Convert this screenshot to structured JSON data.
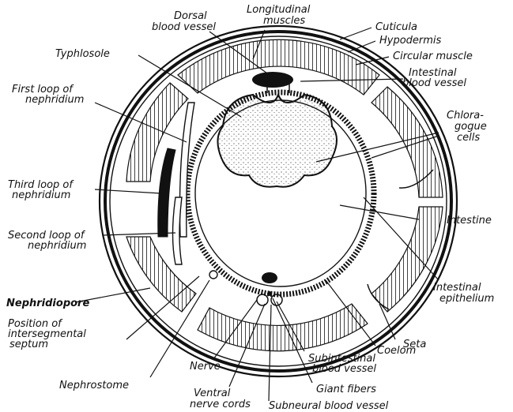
{
  "figure": {
    "labels": {
      "dorsal_blood_vessel": [
        "Dorsal",
        "blood vessel"
      ],
      "longitudinal_muscles": [
        "Longitudinal",
        "muscles"
      ],
      "cuticula": [
        "Cuticula"
      ],
      "hypodermis": [
        "Hypodermis"
      ],
      "circular_muscle": [
        "Circular muscle"
      ],
      "intestinal_blood_vessel": [
        "Intestinal",
        "blood vessel"
      ],
      "typhlosole": [
        "Typhlosole"
      ],
      "first_loop": [
        "First loop of",
        "nephridium"
      ],
      "chloragogue_cells": [
        "Chlora-",
        "gogue",
        "cells"
      ],
      "third_loop": [
        "Third loop of",
        "nephridium"
      ],
      "intestine": [
        "Intestine"
      ],
      "second_loop": [
        "Second loop of",
        "nephridium"
      ],
      "nephridiopore": [
        "Nephridiopore"
      ],
      "intestinal_epithelium": [
        "Intestinal",
        "epithelium"
      ],
      "position_septum": [
        "Position of",
        "intersegmental",
        "septum"
      ],
      "seta": [
        "Seta"
      ],
      "coelom": [
        "Coelom"
      ],
      "subintestinal_blood_vessel": [
        "Subintestinal",
        "blood vessel"
      ],
      "nerve": [
        "Nerve"
      ],
      "nephrostome": [
        "Nephrostome"
      ],
      "giant_fibers": [
        "Giant fibers"
      ],
      "ventral_nerve_cords": [
        "Ventral",
        "nerve cords"
      ],
      "subneural_blood_vessel": [
        "Subneural blood vessel"
      ]
    }
  }
}
